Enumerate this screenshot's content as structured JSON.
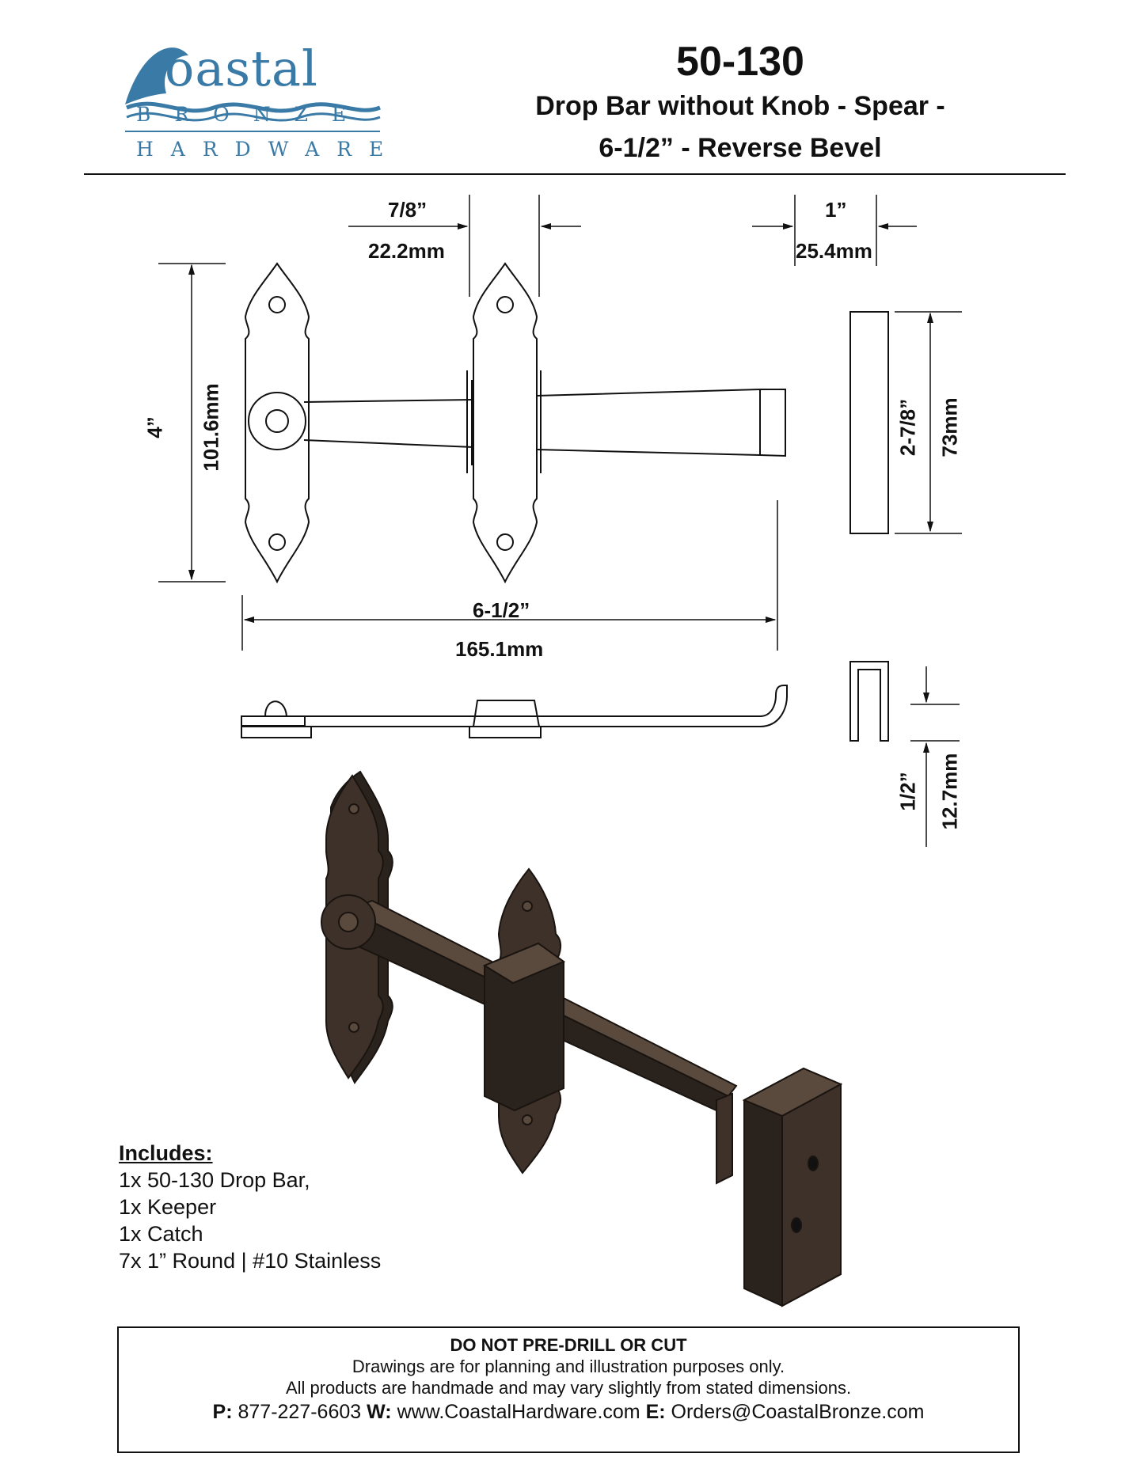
{
  "logo": {
    "word": "oastal",
    "line1": "BRONZE",
    "line2": "HARDWARE",
    "color": "#3a7aa6"
  },
  "header": {
    "part_number": "50-130",
    "title_line1": "Drop Bar without Knob - Spear -",
    "title_line2": "6-1/2” - Reverse Bevel"
  },
  "dimensions": {
    "plate_gap_in": "7/8”",
    "plate_gap_mm": "22.2mm",
    "keeper_width_in": "1”",
    "keeper_width_mm": "25.4mm",
    "height_in": "4”",
    "height_mm": "101.6mm",
    "keeper_height_in": "2-7/8”",
    "keeper_height_mm": "73mm",
    "length_in": "6-1/2”",
    "length_mm": "165.1mm",
    "depth_in": "1/2”",
    "depth_mm": "12.7mm"
  },
  "includes": {
    "heading": "Includes:",
    "items": [
      "1x  50-130 Drop Bar,",
      "1x  Keeper",
      "1x  Catch",
      "7x  1” Round | #10 Stainless"
    ]
  },
  "footer": {
    "warning": "DO NOT PRE-DRILL OR CUT",
    "note1": "Drawings are for planning and illustration purposes only.",
    "note2": "All products are handmade and may vary slightly from stated dimensions.",
    "phone_label": "P:",
    "phone": "877-227-6603",
    "web_label": "W:",
    "web": "www.CoastalHardware.com",
    "email_label": "E:",
    "email": "Orders@CoastalBronze.com"
  },
  "colors": {
    "bronze_dark": "#2a221c",
    "bronze_mid": "#3d3129",
    "bronze_light": "#5a4a3e"
  }
}
